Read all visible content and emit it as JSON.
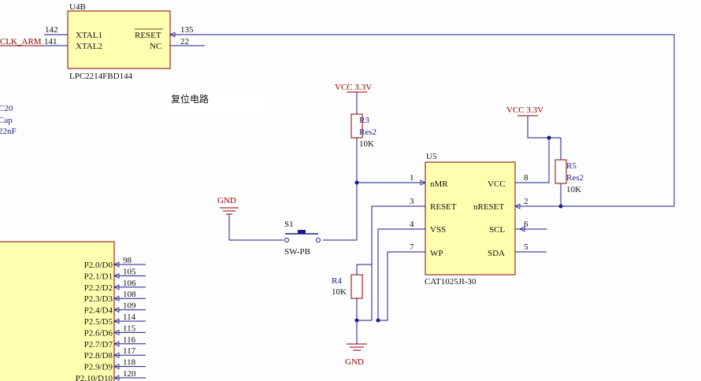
{
  "colors": {
    "wire": "#1a1a8c",
    "comp": "#8b0000",
    "fill": "#ffffb0",
    "body": "#8b0000",
    "text": "#1a1a8c",
    "power": "#8b0000"
  },
  "u4b": {
    "designator": "U4B",
    "part": "LPC2214FBD144",
    "pins": [
      {
        "num": "142",
        "name": "XTAL1"
      },
      {
        "num": "141",
        "name": "XTAL2"
      },
      {
        "num": "135",
        "name": "RESET"
      },
      {
        "num": "22",
        "name": "NC"
      }
    ],
    "net_left": "CLK_ARM"
  },
  "note": "复位电路",
  "c20": {
    "line1": "C20",
    "line2": "Cap",
    "line3": "22nF"
  },
  "power": {
    "vcc_left": "VCC 3.3V",
    "vcc_right": "VCC 3.3V",
    "gnd_left": "GND",
    "gnd_bottom": "GND"
  },
  "r3": {
    "des": "R3",
    "val1": "Res2",
    "val2": "10K"
  },
  "r4": {
    "des": "R4",
    "val": "10K"
  },
  "r5": {
    "des": "R5",
    "val1": "Res2",
    "val2": "10K"
  },
  "s1": {
    "des": "S1",
    "part": "SW-PB"
  },
  "u5": {
    "designator": "U5",
    "part": "CAT1025JI-30",
    "left_pins": [
      {
        "num": "1",
        "name": "nMR"
      },
      {
        "num": "3",
        "name": "RESET"
      },
      {
        "num": "4",
        "name": "VSS"
      },
      {
        "num": "7",
        "name": "WP"
      }
    ],
    "right_pins": [
      {
        "num": "8",
        "name": "VCC"
      },
      {
        "num": "2",
        "name": "nRESET"
      },
      {
        "num": "6",
        "name": "SCL"
      },
      {
        "num": "5",
        "name": "SDA"
      }
    ]
  },
  "p2": {
    "pins": [
      {
        "num": "98",
        "name": "P2.0/D0"
      },
      {
        "num": "105",
        "name": "P2.1/D1"
      },
      {
        "num": "106",
        "name": "P2.2/D2"
      },
      {
        "num": "108",
        "name": "P2.3/D3"
      },
      {
        "num": "109",
        "name": "P2.4/D4"
      },
      {
        "num": "114",
        "name": "P2.5/D5"
      },
      {
        "num": "115",
        "name": "P2.6/D6"
      },
      {
        "num": "116",
        "name": "P2.7/D7"
      },
      {
        "num": "117",
        "name": "P2.8/D8"
      },
      {
        "num": "118",
        "name": "P2.9/D9"
      },
      {
        "num": "120",
        "name": "P2.10/D10"
      }
    ]
  }
}
